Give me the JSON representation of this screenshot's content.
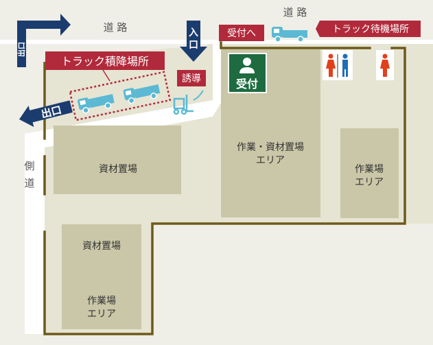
{
  "roads": {
    "top_left": "道 路",
    "top_right": "道 路",
    "side": [
      "側",
      "道"
    ]
  },
  "signs": {
    "exit_top": "出口",
    "exit_left": "出口",
    "entrance": "入口",
    "to_reception": "受付へ",
    "truck_waiting": "トラック待機場所",
    "truck_loading": "トラック積降場所",
    "guidance": "誘導",
    "reception": "受付"
  },
  "areas": {
    "work_material": [
      "作業・資材置場",
      "エリア"
    ],
    "material_storage_1": "資材置場",
    "work_area_right": [
      "作業場",
      "エリア"
    ],
    "material_storage_2": "資材置場",
    "work_area_bottom": [
      "作業場",
      "エリア"
    ]
  },
  "icons": [
    "arrow-right-icon",
    "arrow-left-icon",
    "arrow-down-icon",
    "truck-icon",
    "forklift-icon",
    "person-icon",
    "restroom-icon"
  ],
  "colors": {
    "road": "#efeee7",
    "site": "#e6e4d3",
    "area": "#cac7a8",
    "wall": "#6d5a1c",
    "navy": "#1b3c6e",
    "crimson": "#b12a3b",
    "green": "#1d6b3f",
    "truck": "#5bb9d4",
    "female": "#e2401b",
    "male": "#1e6fb5"
  }
}
